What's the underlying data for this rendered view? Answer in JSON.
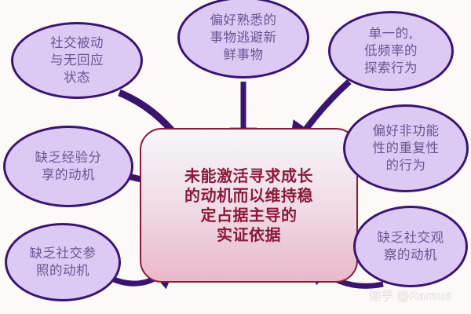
{
  "diagram": {
    "center": {
      "text": "未能激活寻求成长\n的动机而以维持稳\n定占据主导的\n实证依据"
    },
    "nodes": [
      {
        "id": "top-left",
        "text": "社交被动\n与无回应\n状态"
      },
      {
        "id": "top-center",
        "text": "偏好熟悉的\n事物逃避新\n鲜事物"
      },
      {
        "id": "top-right",
        "text": "单一的,\n低频率的\n探索行为"
      },
      {
        "id": "mid-left",
        "text": "缺乏经验分\n享的动机"
      },
      {
        "id": "mid-right",
        "text": "偏好非功能\n性的重复性\n的行为"
      },
      {
        "id": "bottom-left",
        "text": "缺乏社交参\n照的动机"
      },
      {
        "id": "bottom-right",
        "text": "缺乏社交观\n察的动机"
      }
    ],
    "arrows": [
      {
        "from": "top-left",
        "to": "center"
      },
      {
        "from": "top-center",
        "to": "center"
      },
      {
        "from": "top-right",
        "to": "center"
      },
      {
        "from": "mid-left",
        "to": "center"
      },
      {
        "from": "mid-right",
        "to": "center"
      },
      {
        "from": "bottom-left",
        "to": "center"
      },
      {
        "from": "bottom-right",
        "to": "center"
      }
    ],
    "colors": {
      "bubble_fill": "#dccaf5",
      "bubble_border": "#3a1570",
      "bubble_text": "#6a5690",
      "arrow": "#3a1570",
      "center_border": "#8b1a3a",
      "center_text": "#8b1a3a",
      "background": "#fdf9f6"
    }
  },
  "watermark": {
    "text": "知乎 @Ramus"
  }
}
